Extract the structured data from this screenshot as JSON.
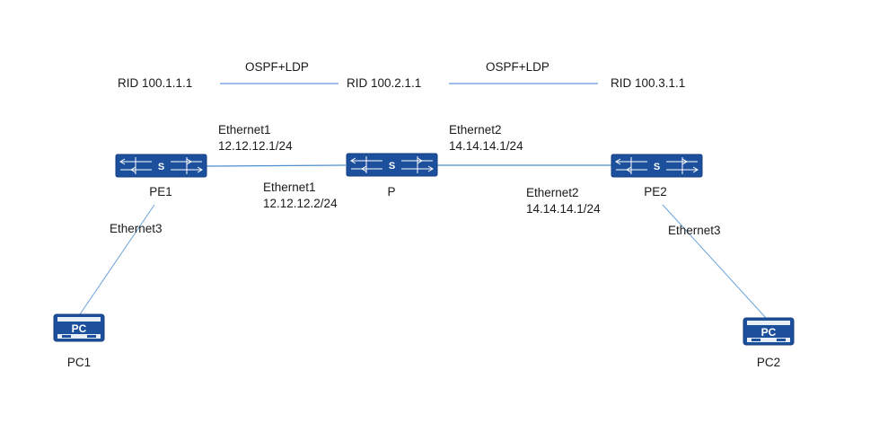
{
  "router_ids": {
    "pe1": "RID 100.1.1.1",
    "p": "RID 100.2.1.1",
    "pe2": "RID 100.3.1.1"
  },
  "protocol_links": {
    "pe1_p": "OSPF+LDP",
    "p_pe2": "OSPF+LDP"
  },
  "devices": {
    "pe1": {
      "name": "PE1",
      "glyph": "S",
      "icon": "switch-icon"
    },
    "p": {
      "name": "P",
      "glyph": "S",
      "icon": "switch-icon"
    },
    "pe2": {
      "name": "PE2",
      "glyph": "S",
      "icon": "switch-icon"
    },
    "pc1": {
      "name": "PC1",
      "glyph": "PC",
      "icon": "pc-icon"
    },
    "pc2": {
      "name": "PC2",
      "glyph": "PC",
      "icon": "pc-icon"
    }
  },
  "interfaces": {
    "pe1_eth1": {
      "name": "Ethernet1",
      "ip": "12.12.12.1/24"
    },
    "p_eth1": {
      "name": "Ethernet1",
      "ip": "12.12.12.2/24"
    },
    "p_eth2": {
      "name": "Ethernet2",
      "ip": "14.14.14.1/24"
    },
    "pe2_eth2": {
      "name": "Ethernet2",
      "ip": "14.14.14.1/24"
    },
    "pe1_eth3": {
      "name": "Ethernet3"
    },
    "pe2_eth3": {
      "name": "Ethernet3"
    }
  },
  "colors": {
    "device_fill": "#1c4f9c",
    "device_stroke": "#163f80",
    "device_detail": "#ffffff",
    "link": "#4a8fd0",
    "link_dark": "#3a74b8",
    "protocol_line": "#3b7fd4",
    "text": "#1a1a1a"
  }
}
